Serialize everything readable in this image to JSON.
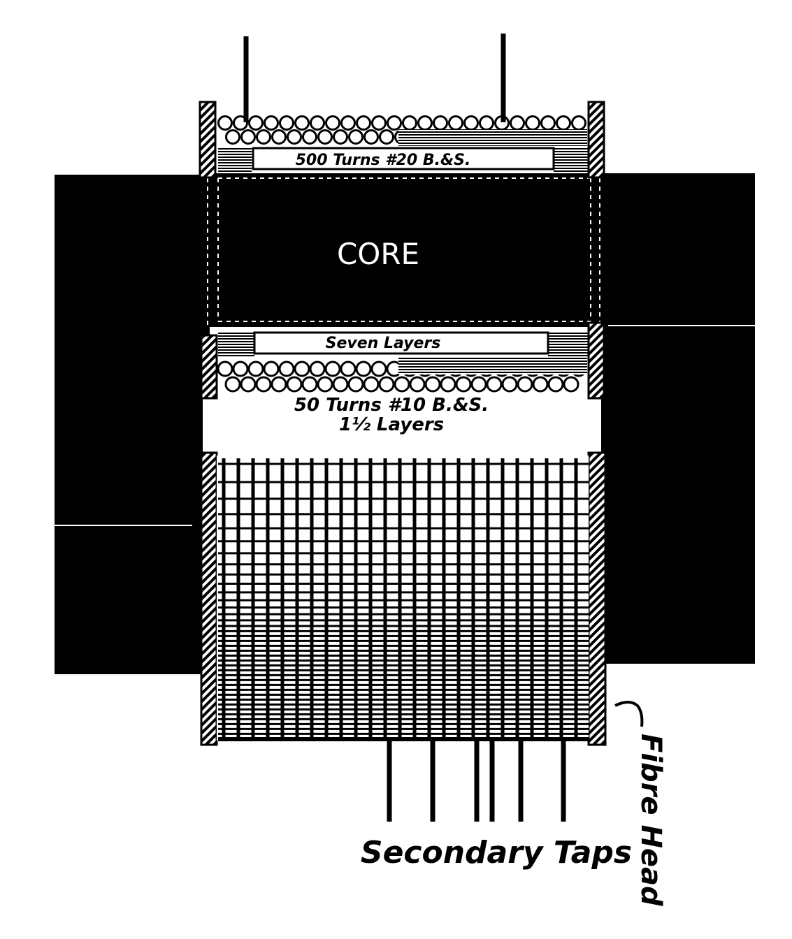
{
  "labels": {
    "primary_top": "500 Turns #20 B.&S.",
    "core": "CORE",
    "seven_layers": "Seven Layers",
    "primary_bottom_1": "50 Turns #10 B.&S.",
    "primary_bottom_2": "1½ Layers",
    "secondary_taps": "Secondary Taps",
    "fibre_head": "Fibre Head"
  },
  "colors": {
    "ink": "#000000",
    "paper": "#ffffff"
  }
}
